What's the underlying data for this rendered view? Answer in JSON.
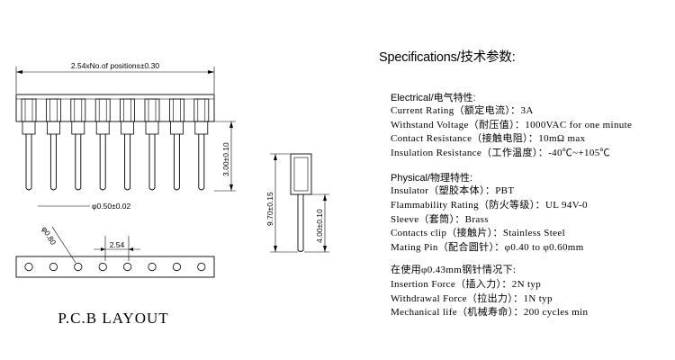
{
  "drawing": {
    "top_dim": "2.54xNo.of positions±0.30",
    "height_dim": "3.00±0.10",
    "pin_dim": "φ0.50±0.02",
    "hole_dim": "φ0.80",
    "pitch_dim": "2.54",
    "side_total_dim": "9.70±0.15",
    "side_pin_dim": "4.00±0.10",
    "pcb_title": "P.C.B LAYOUT"
  },
  "specs": {
    "title": "Specifications/技术参数:",
    "electrical": {
      "heading": "Electrical/电气特性:",
      "rows": [
        "Current Rating（额定电流）：3A",
        "Withstand Voltage（耐压值）：1000VAC for one minute",
        "Contact Resistance（接触电阻）：10mΩ max",
        "Insulation Resistance（工作温度）：-40℃~+105℃"
      ]
    },
    "physical": {
      "heading": "Physical/物理特性:",
      "rows": [
        "Insulator（塑胶本体）：PBT",
        "Flammability Rating（防火等级）：UL 94V-0",
        "Sleeve（套筒）：Brass",
        "Contacts clip（接触片）：Stainless Steel",
        "Mating Pin（配合圆针）：φ0.40 to φ0.60mm"
      ]
    },
    "usage": {
      "heading": "在使用φ0.43mm钢针情况下:",
      "rows": [
        "Insertion Force（插入力）：2N typ",
        "Withdrawal Force（拉出力）：1N typ",
        "Mechanical life（机械寿命）：200 cycles min"
      ]
    }
  }
}
